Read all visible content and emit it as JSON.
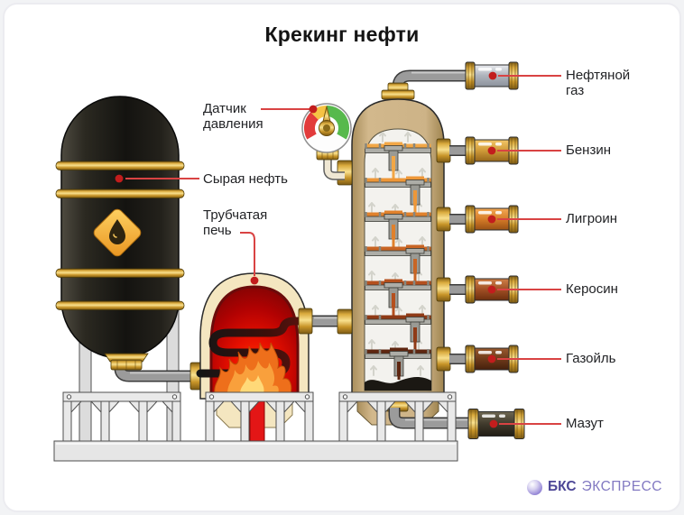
{
  "title": "Крекинг нефти",
  "labels": {
    "pressure_sensor": "Датчик\nдавления",
    "crude_oil": "Сырая нефть",
    "tube_furnace": "Трубчатая\nпечь"
  },
  "outputs": {
    "petroleum_gas": "Нефтяной\nгаз",
    "gasoline": "Бензин",
    "ligroin": "Лигроин",
    "kerosene": "Керосин",
    "gas_oil": "Газойль",
    "fuel_oil": "Мазут"
  },
  "logo": {
    "bold": "БКС",
    "light": "ЭКСПРЕСС"
  },
  "colors": {
    "callout_red": "#d94343",
    "callout_dot": "#c21d1d",
    "gold": "#d9a93c",
    "column_tan": "#cdb387",
    "tank_black": "#1b1914",
    "fire_pipe_red": "#e31616",
    "gauge_segments": [
      "#e23b3b",
      "#f6c344",
      "#57b94c"
    ],
    "tray_liquids": [
      "#f2a746",
      "#ee9738",
      "#e0812c",
      "#c86524",
      "#b5501e",
      "#8f3a16",
      "#5e2610"
    ],
    "bottom_pool": "#1b1813",
    "arrow_gray": "#d3d3cb",
    "logo_purple": "#6f63b8"
  }
}
